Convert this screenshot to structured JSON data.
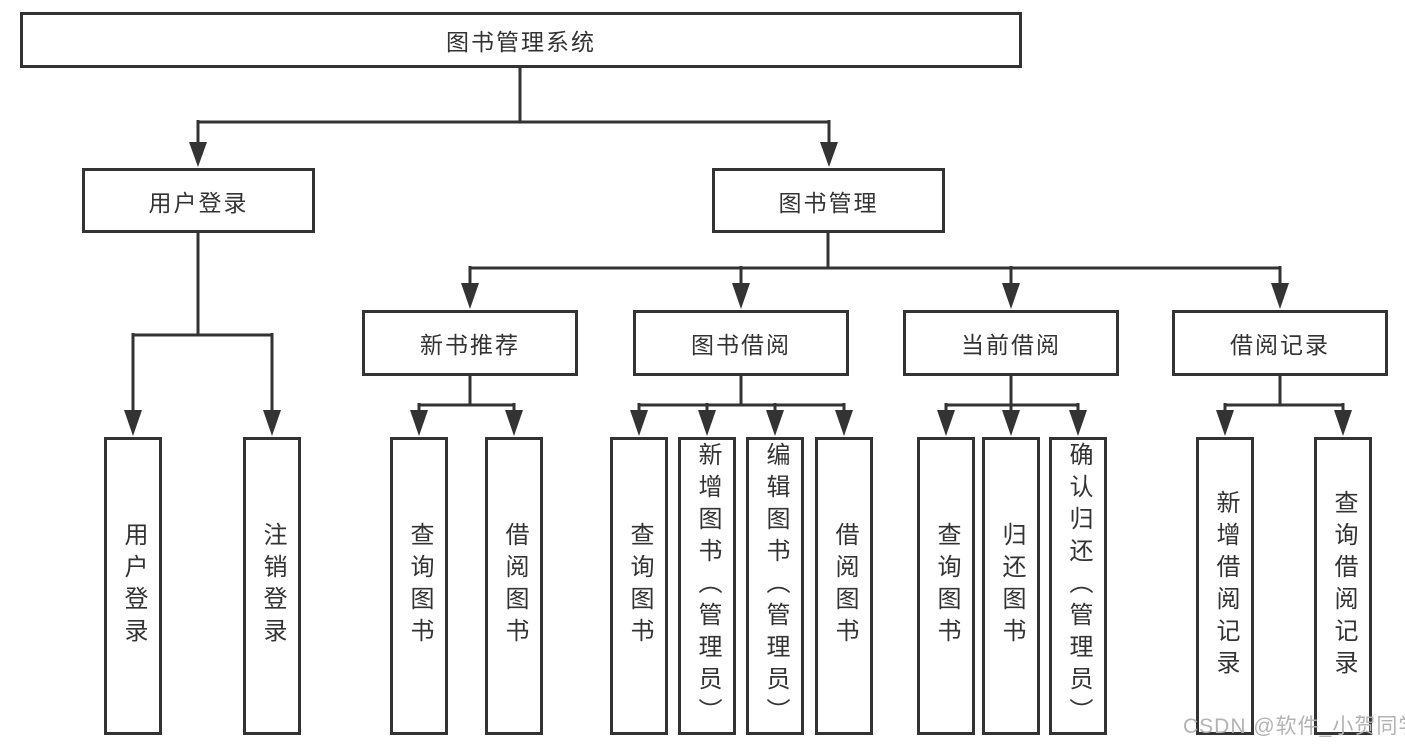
{
  "tree": {
    "root": {
      "label": "图书管理系统",
      "children": [
        {
          "label": "用户登录",
          "children": [
            {
              "label": "用户登录"
            },
            {
              "label": "注销登录"
            }
          ]
        },
        {
          "label": "图书管理",
          "children": [
            {
              "label": "新书推荐",
              "children": [
                {
                  "label": "查询图书"
                },
                {
                  "label": "借阅图书"
                }
              ]
            },
            {
              "label": "图书借阅",
              "children": [
                {
                  "label": "查询图书"
                },
                {
                  "label": "新增图书（管理员）"
                },
                {
                  "label": "编辑图书（管理员）"
                },
                {
                  "label": "借阅图书"
                }
              ]
            },
            {
              "label": "当前借阅",
              "children": [
                {
                  "label": "查询图书"
                },
                {
                  "label": "归还图书"
                },
                {
                  "label": "确认归还（管理员）"
                }
              ]
            },
            {
              "label": "借阅记录",
              "children": [
                {
                  "label": "新增借阅记录"
                },
                {
                  "label": "查询借阅记录"
                }
              ]
            }
          ]
        }
      ]
    }
  },
  "watermark": "CSDN @软件_小贺同学",
  "colors": {
    "line": "#333333",
    "text": "#333333",
    "box_background": "#ffffff",
    "watermark": "#b3b3b3",
    "background": "#ffffff"
  }
}
